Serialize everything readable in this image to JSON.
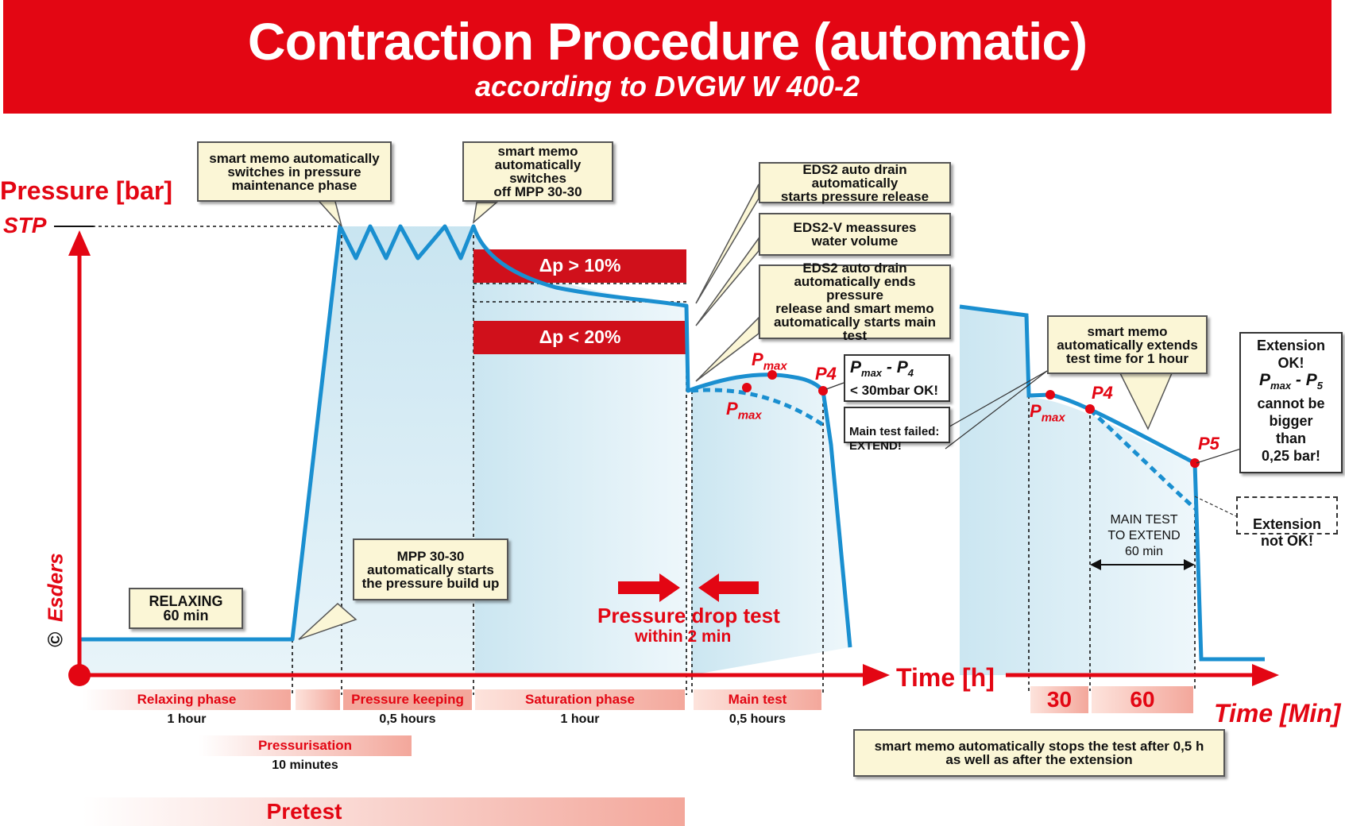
{
  "header": {
    "title": "Contraction Procedure (automatic)",
    "subtitle": "according to DVGW W 400-2"
  },
  "axes": {
    "y_label": "Pressure [bar]",
    "stp_label": "STP",
    "x_label_hours": "Time [h]",
    "x_label_minutes": "Time [Min]",
    "minute_ticks": [
      "30",
      "60"
    ]
  },
  "copyright": {
    "symbol": "©",
    "brand": "Esders"
  },
  "callouts": {
    "maintenance": "smart memo automatically\nswitches in pressure\nmaintenance phase",
    "mpp_off": "smart memo\nautomatically switches\noff MPP 30-30",
    "eds2_release": "EDS2 auto drain automatically\nstarts pressure release",
    "eds2v_volume": "EDS2-V meassures\nwater volume",
    "eds2_end": "EDS2 auto drain\nautomatically ends pressure\nrelease and smart memo\nautomatically starts main test",
    "relaxing": "RELAXING\n60 min",
    "mpp_start": "MPP 30-30\nautomatically starts\nthe pressure build up",
    "extend": "smart memo\nautomatically extends\ntest time for 1 hour",
    "stops": "smart memo automatically stops the test after 0,5 h\nas well as after the extension",
    "pmax_p4_ok_1": "P",
    "pmax_p4_ok_sub": "max",
    "pmax_p4_ok_2": " - P",
    "pmax_p4_ok_sub2": "4",
    "pmax_p4_ok_line2": "< 30mbar OK!",
    "main_failed": "Main test failed:\nEXTEND!",
    "ext_ok_1": "Extension\nOK!",
    "ext_ok_p": "P",
    "ext_ok_sub": "max",
    "ext_ok_p2": " - P",
    "ext_ok_sub2": "5",
    "ext_ok_2": "cannot be\nbigger\nthan\n0,25 bar!",
    "ext_not_ok": "Extension\nnot OK!"
  },
  "delta_p": {
    "upper": "Δp > 10%",
    "lower": "Δp < 20%"
  },
  "points": {
    "pmax": "P",
    "pmax_sub": "max",
    "p4": "P4",
    "p5": "P5"
  },
  "pressure_drop": {
    "title": "Pressure drop test",
    "subtitle": "within 2 min"
  },
  "main_test_extend": "MAIN TEST\nTO EXTEND\n60 min",
  "phases": [
    {
      "name": "Relaxing phase",
      "duration": "1 hour"
    },
    {
      "name": "Pressure keeping",
      "duration": "0,5 hours"
    },
    {
      "name": "Saturation phase",
      "duration": "1 hour"
    },
    {
      "name": "Main test",
      "duration": "0,5 hours"
    },
    {
      "name": "Pressurisation",
      "duration": "10 minutes"
    },
    {
      "name": "Pretest",
      "duration": ""
    }
  ],
  "colors": {
    "red": "#e30613",
    "blue": "#1a8fd0",
    "box_fill": "#fbf6d6",
    "area_fill": "#cfe8f2"
  }
}
